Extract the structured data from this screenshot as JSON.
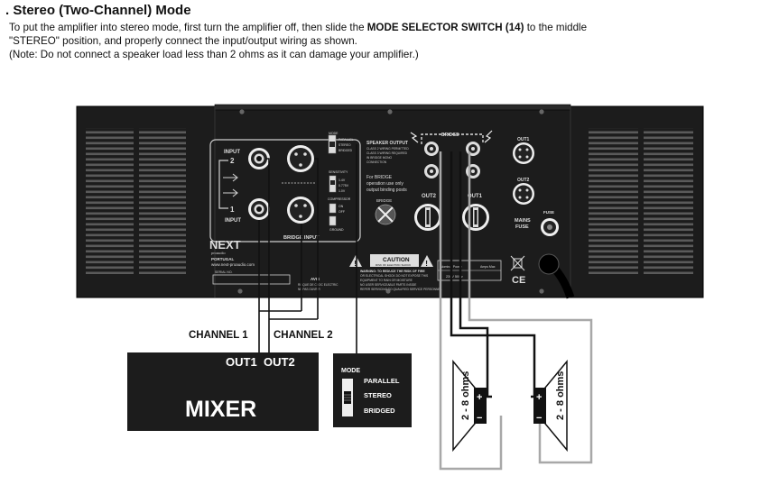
{
  "header": {
    "title": ". Stereo (Two-Channel) Mode",
    "line1_pre": "To put the amplifier into stereo mode, first turn the amplifier off, then slide the ",
    "line1_bold": "MODE SELECTOR SWITCH (14)",
    "line1_post": " to the middle",
    "line2": "\"STEREO\" position, and properly connect the input/output wiring as shown.",
    "note": "(Note: Do not connect a speaker load less than 2 ohms as it can damage your amplifier.)"
  },
  "amp_panel": {
    "input_label_top": "INPUT",
    "input_label_bottom": "INPUT",
    "ch_num_top": "2",
    "ch_num_bottom": "1",
    "bridge_input_label": "BRIDGE INPUT",
    "mode_label": "MODE",
    "mode_opt_parallel": "PARALLEL",
    "mode_opt_stereo": "STEREO",
    "mode_opt_bridged": "BRIDGED",
    "sensitivity_label": "SENSITIVITY",
    "sens_opt1": "1.4V",
    "sens_opt2": "0.775V",
    "sens_opt3": "1.0V",
    "compressor_label": "COMPRESSOR",
    "compressor_on": "ON",
    "compressor_off": "OFF",
    "ground_label": "GROUND",
    "speaker_output_title": "SPEAKER OUTPUT",
    "speaker_output_l1": "CLASS 2 WIRING PERMITTED",
    "speaker_output_l2": "CLASS 3 WIRING REQUIRED",
    "speaker_output_l3": "IN BRIDGE MONO",
    "speaker_output_l4": "CONNECTION",
    "bridge_note_l1": "For BRIDGE",
    "bridge_note_l2": "operation use only",
    "bridge_note_l3": "output binding posts",
    "bridge_small_label": "BRIDGE",
    "bridge_bar_label": "BRIDGE",
    "out2_label": "OUT2",
    "out1_label": "OUT1",
    "out1_speakon_label": "OUT1",
    "out2_speakon_label": "OUT2",
    "mains_fuse_l1": "MAINS",
    "mains_fuse_l2": "FUSE",
    "fuse_label": "FUSE",
    "brand_logo": "NEXT",
    "brand_sub": "proaudio",
    "country": "PORTUGAL",
    "website": "www.next-proaudio.com",
    "serial_label": "SERIAL NO.",
    "caution_title": "CAUTION",
    "caution_sub": "RISK OF ELECTRIC SHOCK",
    "warning_l1": "WARNING: TO REDUCE THE RISK OF FIRE",
    "warning_l2": "OR ELECTRICAL SHOCK DO NOT EXPOSE THIS",
    "warning_l3": "EQUIPMENT TO RAIN OR MOISTURE",
    "warning_l4": "NO USER SERVICEABLE PARTS INSIDE",
    "warning_l5": "REFER SERVICING TO QUALIFIED SERVICE PERSONNEL",
    "avis_l1": "AVIS",
    "avis_l2": "RISQUE DE CHOC ELECTRIC",
    "avis_l3": "NE PAS OUVRIR",
    "rating_l1": "Nominal Power",
    "rating_l2": "Amps Max",
    "rating_l3": "230V 50Hz"
  },
  "wiring": {
    "channel1_label": "CHANNEL 1",
    "channel2_label": "CHANNEL 2"
  },
  "mixer": {
    "name": "MIXER",
    "out1": "OUT1",
    "out2": "OUT2"
  },
  "mode_switch": {
    "title": "MODE",
    "opt_parallel": "PARALLEL",
    "opt_stereo": "STEREO",
    "opt_bridged": "BRIDGED",
    "selected": "STEREO"
  },
  "speakers": [
    {
      "label": "2 - 8 ohms",
      "plus": "+",
      "minus": "−"
    },
    {
      "label": "2 - 8 ohms",
      "plus": "+",
      "minus": "−"
    }
  ],
  "colors": {
    "amp_body": "#1c1c1c",
    "amp_vent": "#5a5a5a",
    "wire_black": "#111111",
    "wire_gray": "#a8a8a8",
    "panel_line": "#cfcfcf"
  }
}
